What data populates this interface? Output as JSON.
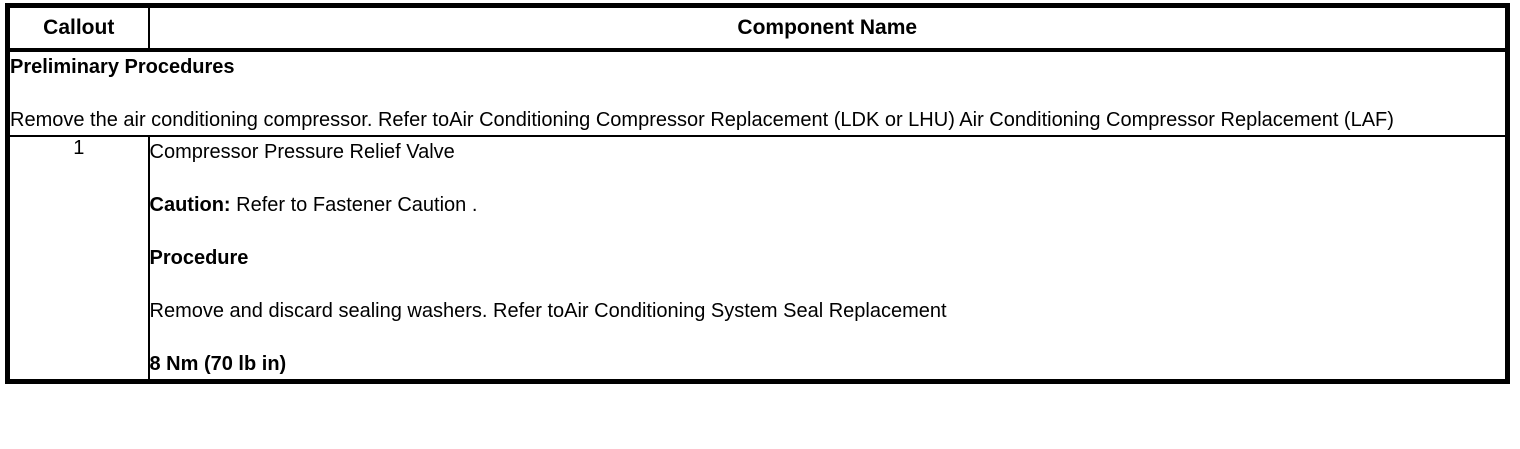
{
  "table": {
    "header": {
      "callout": "Callout",
      "component_name": "Component Name"
    },
    "preliminary": {
      "title": "Preliminary Procedures",
      "body": "Remove the air conditioning compressor. Refer toAir Conditioning Compressor Replacement (LDK or LHU) Air Conditioning Compressor Replacement (LAF)"
    },
    "rows": [
      {
        "callout": "1",
        "component": "Compressor Pressure Relief Valve",
        "caution_label": "Caution:",
        "caution_text": " Refer to Fastener Caution .",
        "procedure_label": "Procedure",
        "procedure_text": "Remove and discard sealing washers. Refer toAir Conditioning System Seal Replacement",
        "torque": "8 Nm (70 lb in)"
      }
    ]
  }
}
